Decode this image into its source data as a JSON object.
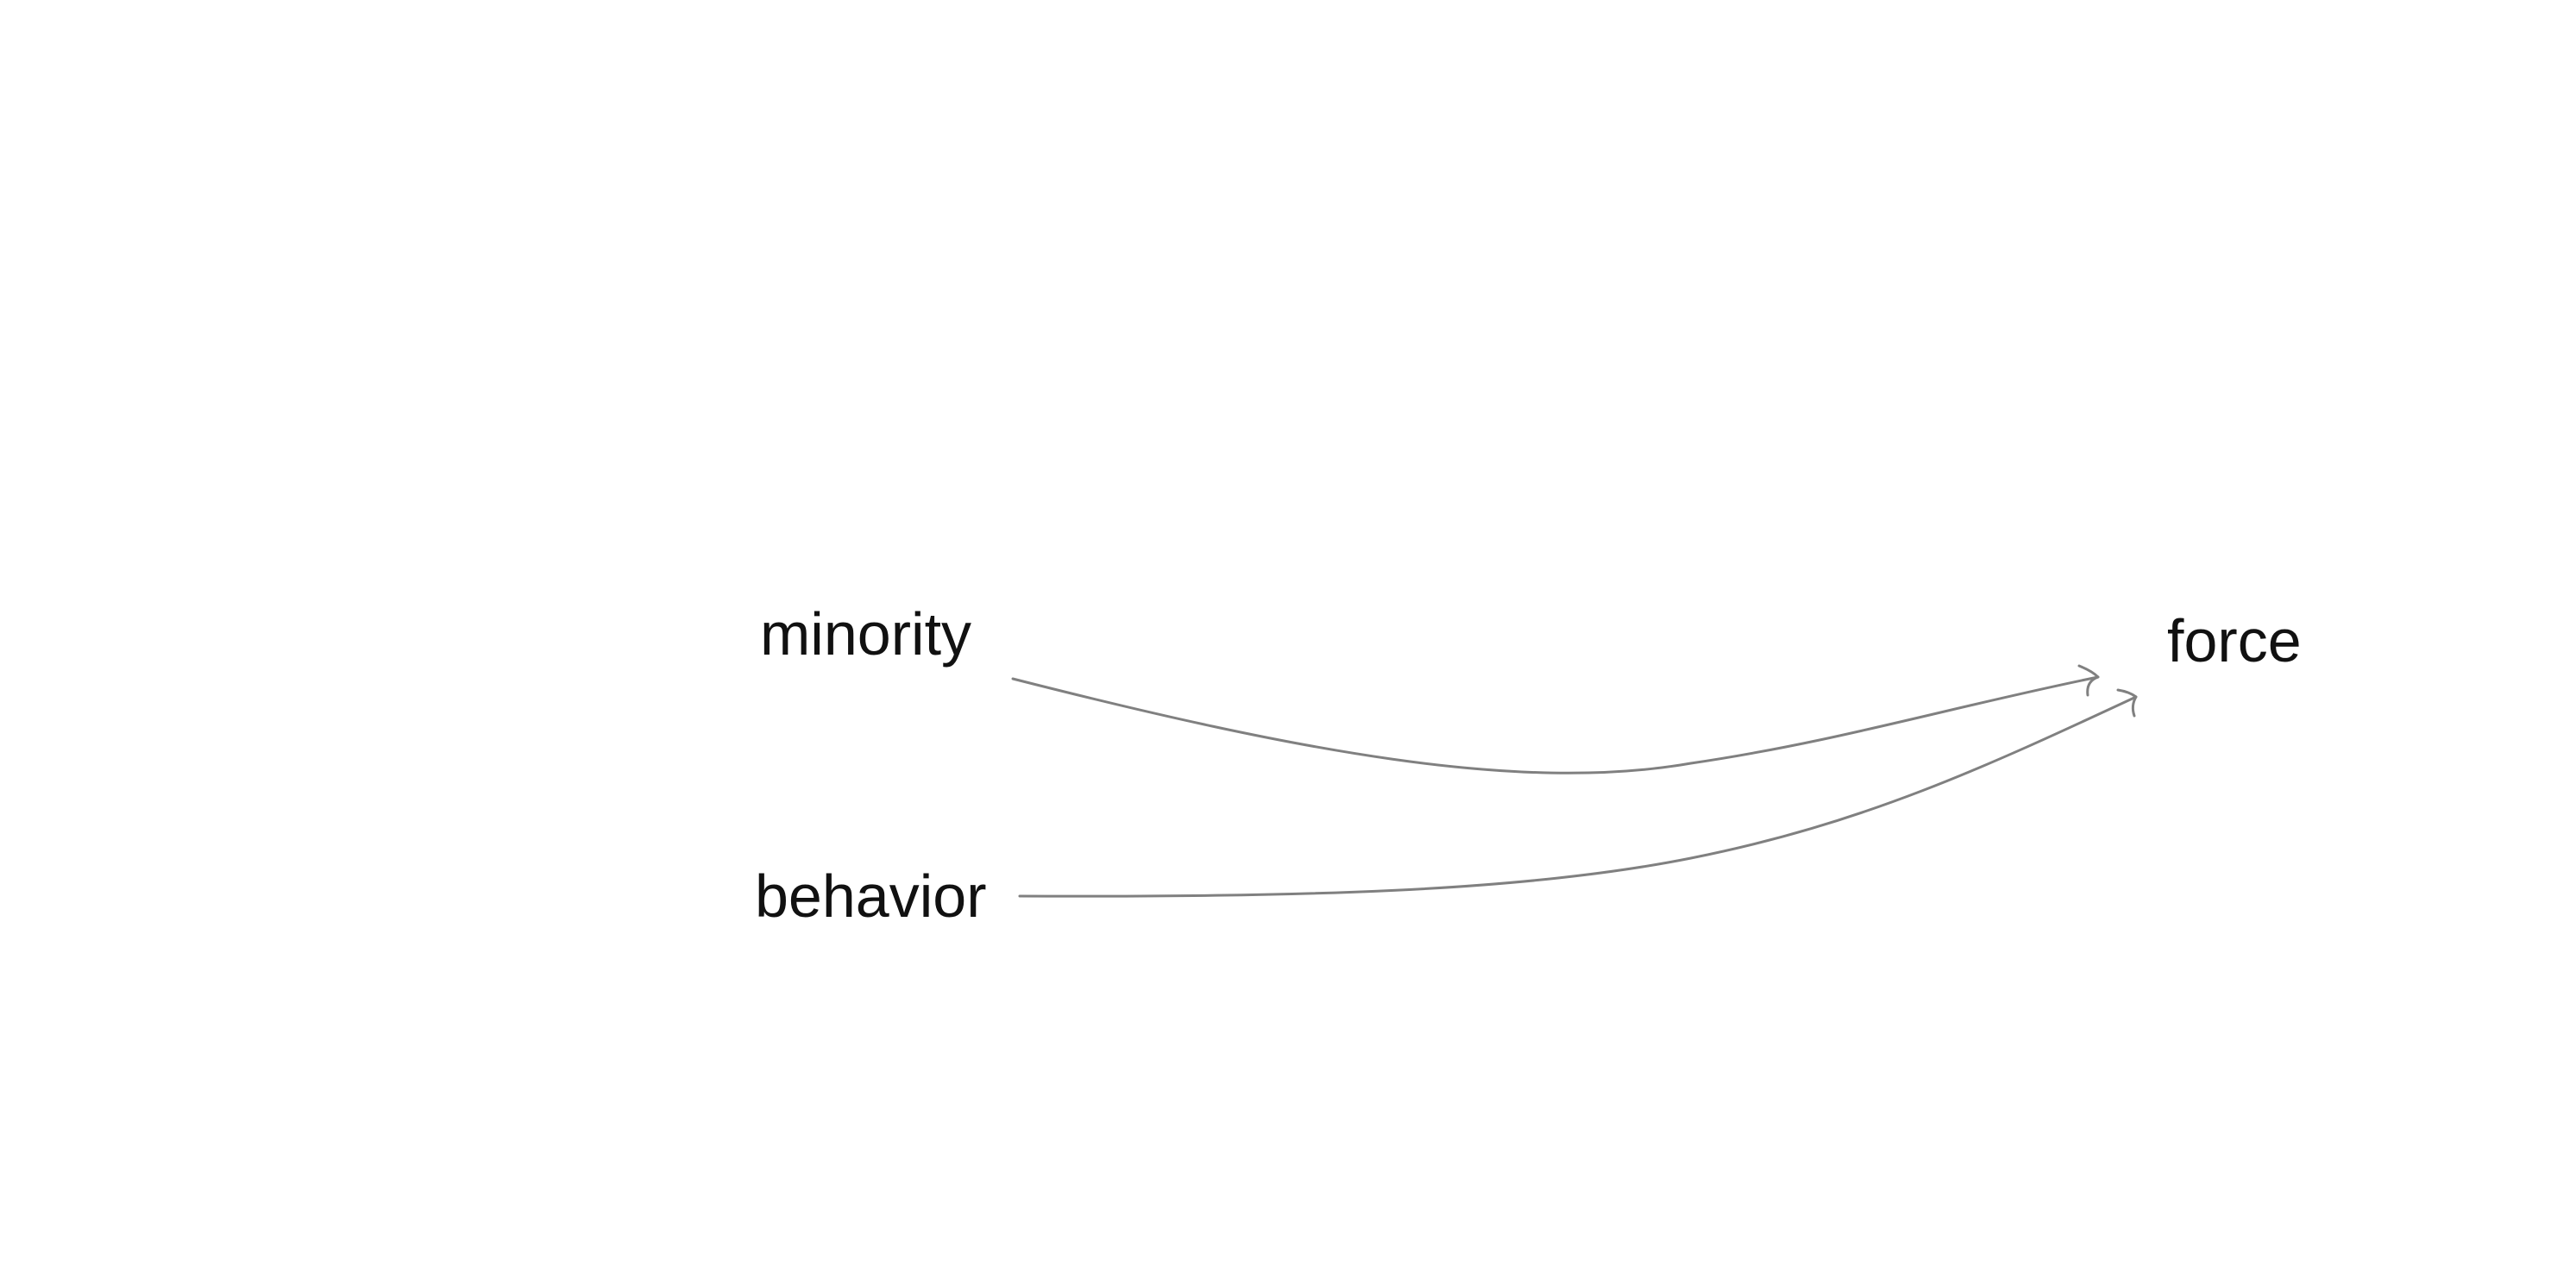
{
  "diagram": {
    "nodes": [
      {
        "id": "minority",
        "label": "minority"
      },
      {
        "id": "behavior",
        "label": "behavior"
      },
      {
        "id": "force",
        "label": "force"
      }
    ],
    "edges": [
      {
        "from": "minority",
        "to": "force"
      },
      {
        "from": "behavior",
        "to": "force"
      }
    ],
    "colors": {
      "edge": "#808080",
      "text": "#111111",
      "background": "#ffffff"
    }
  }
}
